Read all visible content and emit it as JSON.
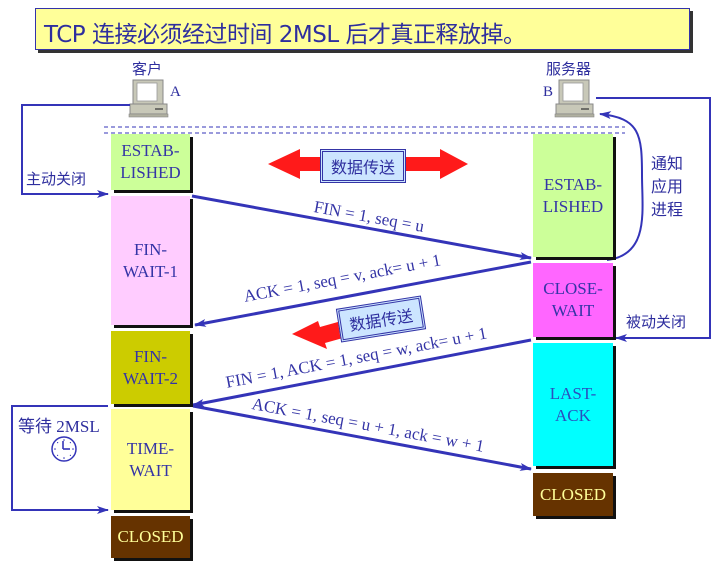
{
  "title": "TCP 连接必须经过时间 2MSL 后才真正释放掉。",
  "hosts": {
    "client": {
      "label": "客户",
      "letter": "A"
    },
    "server": {
      "label": "服务器",
      "letter": "B"
    }
  },
  "client_states": [
    {
      "id": "established",
      "label": "ESTAB-\nLISHED",
      "color": "#CCFF99",
      "text_color": "#3434a6"
    },
    {
      "id": "fin-wait-1",
      "label": "FIN-\nWAIT-1",
      "color": "#FFCCFF",
      "text_color": "#3434a6"
    },
    {
      "id": "fin-wait-2",
      "label": "FIN-\nWAIT-2",
      "color": "#CCCC00",
      "text_color": "#3434a6"
    },
    {
      "id": "time-wait",
      "label": "TIME-\nWAIT",
      "color": "#FFFF99",
      "text_color": "#3434a6"
    },
    {
      "id": "closed",
      "label": "CLOSED",
      "color": "#663300",
      "text_color": "#FFFF99"
    }
  ],
  "server_states": [
    {
      "id": "established",
      "label": "ESTAB-\nLISHED",
      "color": "#CCFF99",
      "text_color": "#3434a6"
    },
    {
      "id": "close-wait",
      "label": "CLOSE-\nWAIT",
      "color": "#FF66FF",
      "text_color": "#3434a6"
    },
    {
      "id": "last-ack",
      "label": "LAST-\nACK",
      "color": "#00FFFF",
      "text_color": "#2a4fbf"
    },
    {
      "id": "closed",
      "label": "CLOSED",
      "color": "#663300",
      "text_color": "#FFFF99"
    }
  ],
  "annotations": {
    "active_close": "主动关闭",
    "passive_close": "被动关闭",
    "notify_app": "通知\n应用\n进程",
    "wait_2msl": "等待 2MSL"
  },
  "data_transfer_labels": [
    "数据传送",
    "数据传送"
  ],
  "messages": [
    {
      "text": "FIN = 1, seq = u",
      "direction": "client-to-server"
    },
    {
      "text": "ACK = 1, seq = v, ack= u + 1",
      "direction": "server-to-client"
    },
    {
      "text": "FIN = 1, ACK = 1, seq = w, ack= u + 1",
      "direction": "server-to-client"
    },
    {
      "text": "ACK = 1, seq = u + 1, ack = w + 1",
      "direction": "client-to-server"
    }
  ],
  "colors": {
    "line": "#3434b8",
    "arrow_red": "#ff1a1a",
    "title_bg": "#FFFF99"
  }
}
